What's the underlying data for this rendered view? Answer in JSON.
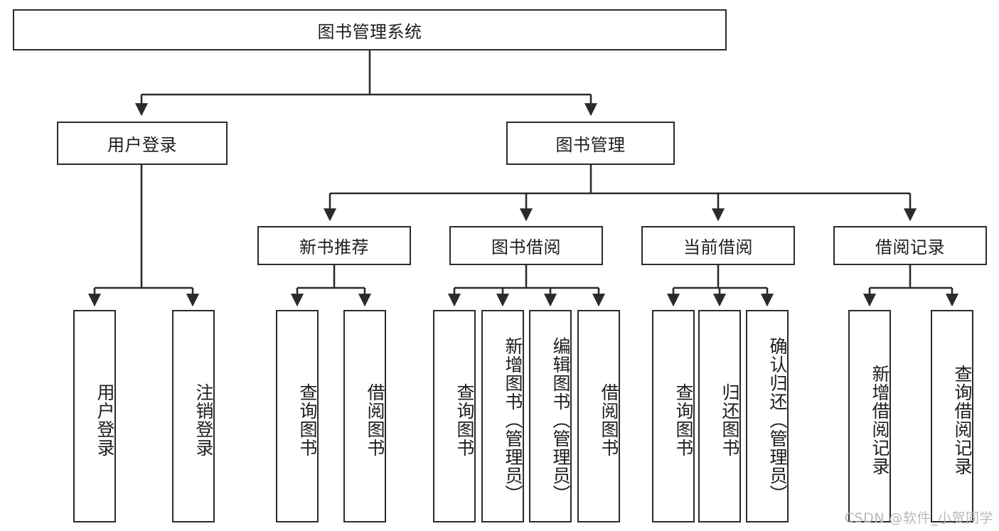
{
  "diagram": {
    "type": "tree-hierarchy",
    "title": "图书管理系统",
    "orientation": "top-down",
    "line_color": "#2b2b2b",
    "background_color": "#ffffff",
    "text_color": "#1d1d1d"
  },
  "root": {
    "label": "图书管理系统"
  },
  "level2": [
    {
      "label": "用户登录"
    },
    {
      "label": "图书管理"
    }
  ],
  "level3": [
    {
      "label": "新书推荐"
    },
    {
      "label": "图书借阅"
    },
    {
      "label": "当前借阅"
    },
    {
      "label": "借阅记录"
    }
  ],
  "leaves": {
    "user_login": [
      {
        "label": "用户登录"
      },
      {
        "label": "注销登录"
      }
    ],
    "new_book_recommend": [
      {
        "label": "查询图书"
      },
      {
        "label": "借阅图书"
      }
    ],
    "book_borrow": [
      {
        "label": "查询图书"
      },
      {
        "label": "新增图书（管理员）"
      },
      {
        "label": "编辑图书（管理员）"
      },
      {
        "label": "借阅图书"
      }
    ],
    "current_borrow": [
      {
        "label": "查询图书"
      },
      {
        "label": "归还图书"
      },
      {
        "label": "确认归还（管理员）"
      }
    ],
    "borrow_record": [
      {
        "label": "新增借阅记录"
      },
      {
        "label": "查询借阅记录"
      }
    ]
  },
  "watermark": {
    "text": "CSDN @软件_小贺同学"
  }
}
